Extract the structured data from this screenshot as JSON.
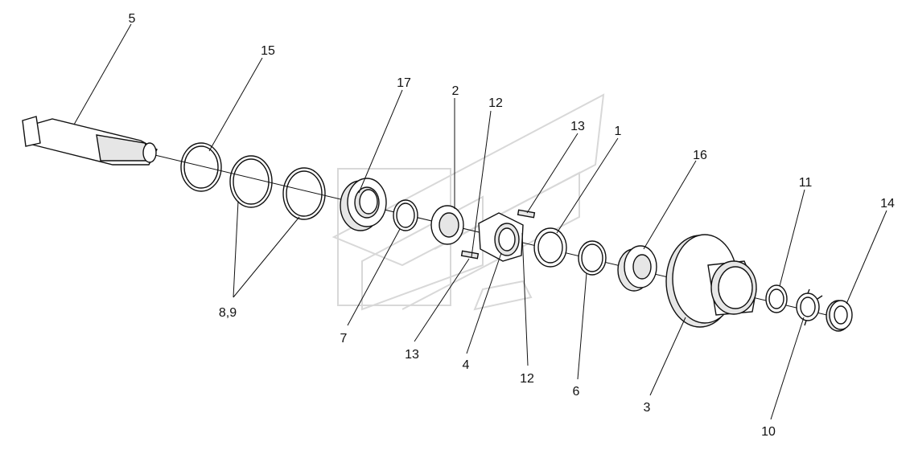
{
  "callouts": {
    "c1": "1",
    "c2": "2",
    "c3": "3",
    "c4": "4",
    "c5": "5",
    "c6": "6",
    "c7": "7",
    "c8_9": "8,9",
    "c10": "10",
    "c11": "11",
    "c12a": "12",
    "c12b": "12",
    "c13a": "13",
    "c13b": "13",
    "c14": "14",
    "c15": "15",
    "c16": "16",
    "c17": "17"
  },
  "colors": {
    "line": "#111111",
    "part_fill": "#ffffff",
    "part_shade": "#e6e6e6",
    "watermark": "#d8d8d8"
  }
}
